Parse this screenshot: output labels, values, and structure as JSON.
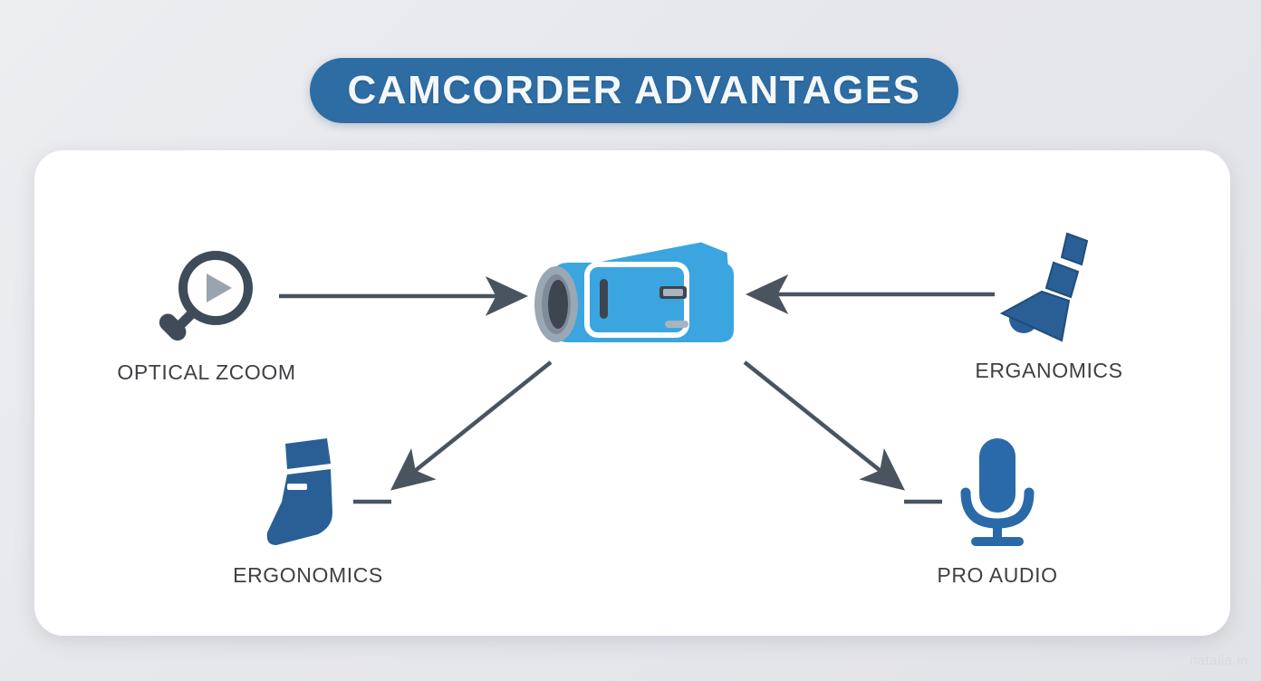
{
  "header": {
    "title": "CAMCORDER ADVANTAGES",
    "banner_color": "#2e6da4",
    "title_color": "#f4f8fb"
  },
  "canvas": {
    "background_color": "#e8e9ec",
    "card_color": "#ffffff",
    "watermark": "natalia.in"
  },
  "diagram": {
    "center": {
      "label": "",
      "icon": "camcorder-icon",
      "color": "#3ba5e0"
    },
    "nodes": [
      {
        "id": "optical-zoom",
        "label": "OPTICAL ZCOOM",
        "icon": "magnifier-play-icon",
        "color": "#3f4b58",
        "position": "left"
      },
      {
        "id": "erganomics",
        "label": "ERGANOMICS",
        "icon": "hand-grip-icon",
        "color": "#2a5f96",
        "position": "right"
      },
      {
        "id": "ergonomics",
        "label": "ERGONOMICS",
        "icon": "boot-grip-icon",
        "color": "#2a5f96",
        "position": "bottom-left"
      },
      {
        "id": "pro-audio",
        "label": "PRO AUDIO",
        "icon": "microphone-icon",
        "color": "#2a6aa8",
        "position": "bottom-right"
      }
    ],
    "arrows": [
      {
        "id": "arrow-left-to-center",
        "from": "optical-zoom",
        "to": "camcorder",
        "direction": "right"
      },
      {
        "id": "arrow-right-to-center",
        "from": "erganomics",
        "to": "camcorder",
        "direction": "left"
      },
      {
        "id": "arrow-center-to-bottom-left",
        "from": "camcorder",
        "to": "ergonomics",
        "direction": "down-left"
      },
      {
        "id": "arrow-center-to-bottom-right",
        "from": "camcorder",
        "to": "pro-audio",
        "direction": "down-right"
      }
    ],
    "arrow_color": "#4a545f"
  }
}
